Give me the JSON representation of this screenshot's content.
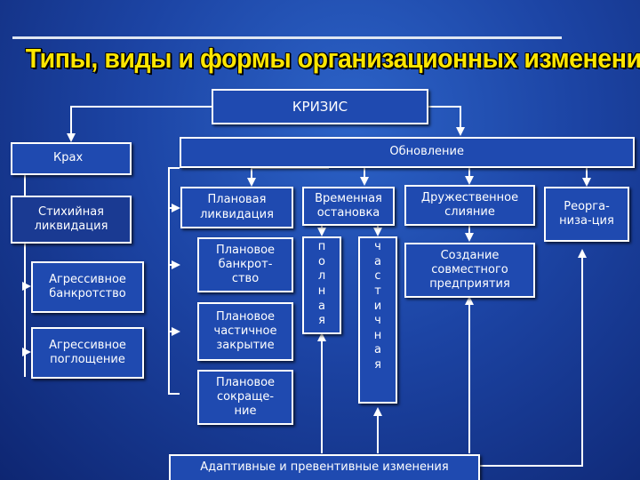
{
  "title": "Типы, виды и формы организационных изменений",
  "crisis": "КРИЗИС",
  "left_branch": {
    "heading": "Крах",
    "items": [
      "Стихийная ликвидация",
      "Агрессивное банкротство",
      "Агрессивное поглощение"
    ]
  },
  "right_branch": {
    "heading": "Обновление",
    "planned": [
      "Плановая ликвидация",
      "Плановое банкрот-ство",
      "Плановое частичное закрытие",
      "Плановое сокраще-ние"
    ],
    "temporary_stop": "Временная остановка",
    "full": "полная",
    "partial": "частичная",
    "friendly_merger": "Дружественное слияние",
    "joint_venture": "Создание совместного предприятия",
    "reorganization": "Реорга-низа-ция",
    "adaptive": "Адаптивные и превентивные изменения"
  },
  "colors": {
    "title": "#ffe600",
    "box_fill": "#1f4ab0",
    "line": "#ffffff"
  }
}
